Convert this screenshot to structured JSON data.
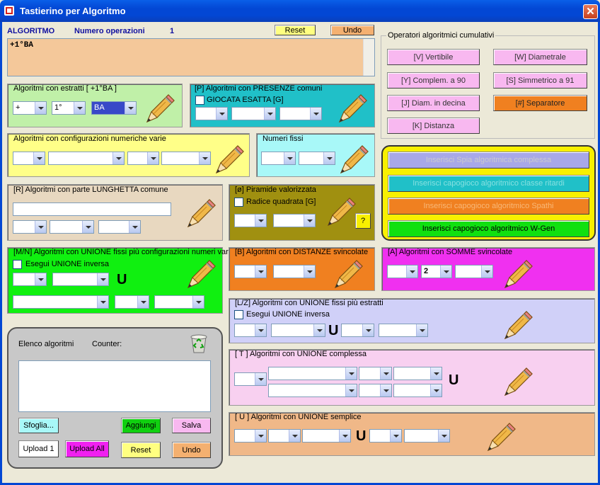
{
  "window": {
    "title": "Tastierino per Algoritmo"
  },
  "header": {
    "algoritmo_label": "ALGORITMO",
    "numero_label": "Numero operazioni",
    "numero_value": "1",
    "reset": "Reset",
    "undo": "Undo"
  },
  "editor": {
    "text": "+1°BA"
  },
  "operatori": {
    "title": "Operatori algoritmici cumulativi",
    "buttons": [
      "[V] Vertibile",
      "[W] Diametrale",
      "[Y] Complem. a 90",
      "[S] Simmetrico  a 91",
      "[J] Diam. in decina",
      "[#] Separatore",
      "[K] Distanza"
    ]
  },
  "estratti": {
    "title": "Algoritmi con estratti  [ +1°BA ]",
    "sel1": "+",
    "sel2": "1°",
    "sel3": "BA"
  },
  "presenze": {
    "title": "[P] Algoritmi con PRESENZE comuni",
    "check": "GIOCATA ESATTA  [G]"
  },
  "config": {
    "title": "Algoritmi con configurazioni numeriche varie"
  },
  "fissi": {
    "title": "Numeri fissi"
  },
  "capo": {
    "b1": "Inserisci Spia algoritmica complessa",
    "b2": "Inserisci capogioco algoritmico classe ritardi",
    "b3": "Inserisci capogioco algoritmico Spathi",
    "b4": "Inserisci capogioco algoritmico W-Gen"
  },
  "lunghetta": {
    "title": "[R] Algoritmi con parte LUNGHETTA comune"
  },
  "piramide": {
    "title": "[ø] Piramide valorizzata",
    "check": "Radice quadrata  [G]",
    "help": "?"
  },
  "unione_fissi": {
    "title": "[M/N] Algoritmi con UNIONE fissi più configurazioni numeri vari",
    "check": "Esegui UNIONE inversa",
    "u": "U"
  },
  "distanze": {
    "title": "[B] Algoritmi con DISTANZE svincolate"
  },
  "somme": {
    "title": "[A] Algoritmi con SOMME svincolate",
    "sel": "2"
  },
  "lz": {
    "title": "[L/Z] Algoritmi con UNIONE fissi più estratti",
    "check": "Esegui UNIONE inversa",
    "u": "U"
  },
  "complessa": {
    "title": "[ T ] Algoritmi con UNIONE complessa",
    "u": "U"
  },
  "semplice": {
    "title": "[ U ] Algoritmi con UNIONE semplice",
    "u": "U"
  },
  "elenco": {
    "title": "Elenco algoritmi",
    "counter": "Counter:",
    "sfoglia": "Sfoglia...",
    "aggiungi": "Aggiungi",
    "salva": "Salva",
    "upload1": "Upload 1",
    "uploadall": "Upload All",
    "reset": "Reset",
    "undo": "Undo"
  }
}
